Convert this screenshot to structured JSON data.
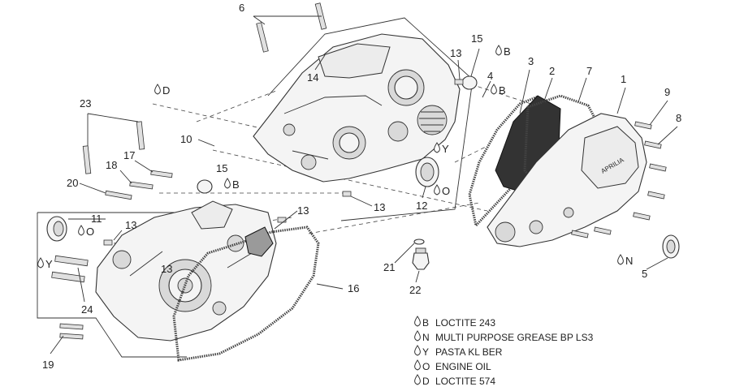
{
  "callouts": [
    "1",
    "2",
    "3",
    "4",
    "5",
    "6",
    "7",
    "8",
    "9",
    "10",
    "11",
    "12",
    "13",
    "13",
    "13",
    "13",
    "13",
    "14",
    "15",
    "15",
    "16",
    "17",
    "18",
    "19",
    "20",
    "21",
    "22",
    "23",
    "24"
  ],
  "drop_tags": [
    "B",
    "B",
    "B",
    "D",
    "Y",
    "O",
    "O",
    "Y",
    "N"
  ],
  "legend": [
    {
      "code": "B",
      "text": "LOCTITE 243"
    },
    {
      "code": "N",
      "text": "MULTI PURPOSE GREASE BP LS3"
    },
    {
      "code": "Y",
      "text": "PASTA KL BER"
    },
    {
      "code": "O",
      "text": "ENGINE OIL"
    },
    {
      "code": "D",
      "text": "LOCTITE 574"
    }
  ]
}
